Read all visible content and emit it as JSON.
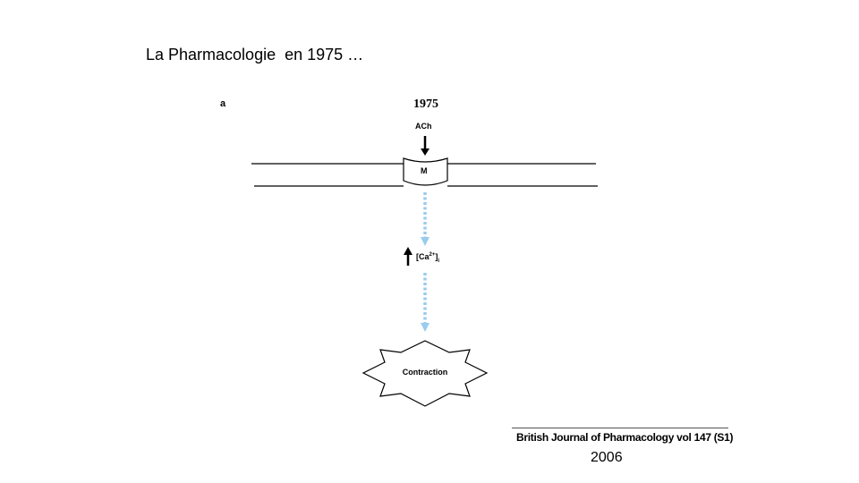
{
  "slide": {
    "title": "La Pharmacologie  en 1975 …"
  },
  "figure": {
    "panel_label": "a",
    "year": "1975",
    "agonist_label": "ACh",
    "receptor_label": "M",
    "calcium_label": "[Ca",
    "calcium_charge": "2+",
    "calcium_bracket": "]",
    "calcium_subscript": "i",
    "effect_label": "Contraction",
    "colors": {
      "pathway_arrow": "#99ccee",
      "lines": "#000000"
    }
  },
  "citation": {
    "journal": "British Journal of Pharmacology vol 147 (S1)",
    "year": "2006"
  }
}
